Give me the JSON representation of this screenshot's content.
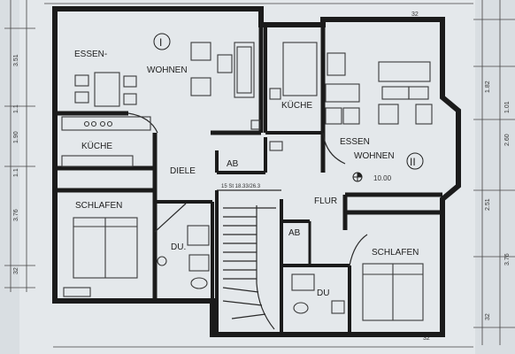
{
  "labels": {
    "essen_left_line1": "ESSEN-",
    "wohnen_left": "WOHNEN",
    "unit_one": "I",
    "kueche_center": "KÜCHE",
    "kueche_left": "KÜCHE",
    "diele": "DIELE",
    "ab_center": "AB",
    "schlafen_left": "SCHLAFEN",
    "du_left": "DU.",
    "flur": "FLUR",
    "ab_right": "AB",
    "essen_right": "ESSEN",
    "wohnen_right": "WOHNEN",
    "unit_two": "II",
    "schlafen_right": "SCHLAFEN",
    "du_right": "DU",
    "level_mark": "10.00",
    "stair_note": "15 St 18.33/26.3"
  },
  "dimensions": {
    "left_1": "3.51",
    "left_2": "1.1",
    "left_3": "1.90",
    "left_4": "1.1",
    "left_5": "3.76",
    "left_6": "32",
    "right_1": "1.82",
    "right_2": "1.01",
    "right_3": "2.60",
    "right_4": "2.51",
    "right_5": "3.76",
    "right_6": "32",
    "top_right_1": "32",
    "bottom_right": "32"
  }
}
